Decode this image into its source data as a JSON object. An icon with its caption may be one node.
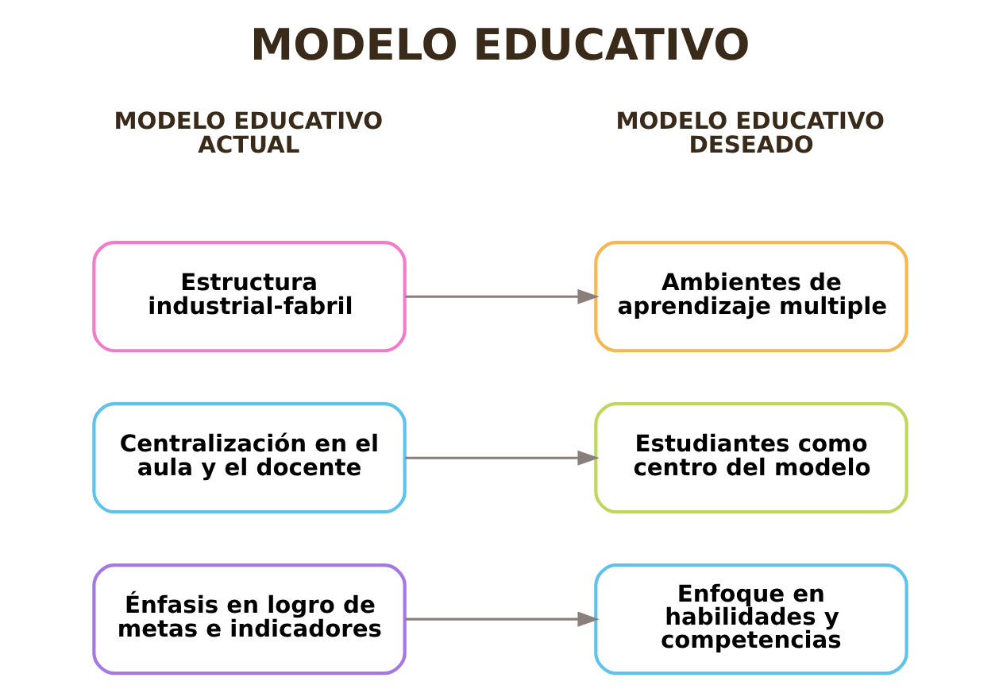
{
  "diagram": {
    "title": "MODELO EDUCATIVO",
    "nodes": [
      {
        "text": [
          "Estructura industrial-fabril"
        ]
      },
      {
        "text": [
          "Ambientes de aprendizaje multiple"
        ]
      },
      {
        "text": [
          "Centralización en el aula y el docente"
        ]
      },
      {
        "text": [
          "Estudiantes como centro del modelo"
        ]
      },
      {
        "text": [
          "Énfasis en logro de metas e indicadores"
        ]
      },
      {
        "text": [
          "Enfoque en habilidades y competencias"
        ]
      }
    ],
    "edges": [
      {
        "from": 0,
        "to": 1,
        "arrow": "to"
      },
      {
        "from": 2,
        "to": 3,
        "arrow": "to"
      },
      {
        "from": 4,
        "to": 5,
        "arrow": "to"
      }
    ],
    "labels": [
      "MODELO EDUCATIVO ACTUAL",
      "MODELO EDUCATIVO DESEADO"
    ]
  }
}
